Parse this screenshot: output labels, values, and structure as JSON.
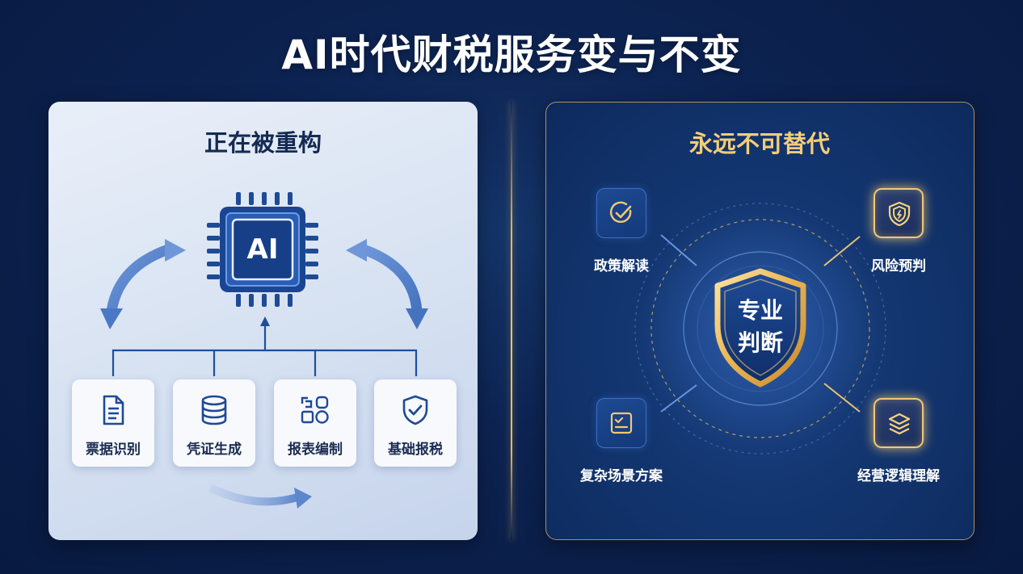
{
  "title": "AI时代财税服务变与不变",
  "left": {
    "heading": "正在被重构",
    "chip_label": "AI",
    "cards": [
      {
        "label": "票据识别",
        "icon": "document-icon"
      },
      {
        "label": "凭证生成",
        "icon": "database-icon"
      },
      {
        "label": "报表编制",
        "icon": "grid-shapes-icon"
      },
      {
        "label": "基础报税",
        "icon": "shield-check-icon"
      }
    ]
  },
  "right": {
    "heading": "永远不可替代",
    "center_line1": "专业",
    "center_line2": "判断",
    "items": [
      {
        "label": "政策解读",
        "icon": "check-circle-icon",
        "style": "blue"
      },
      {
        "label": "风险预判",
        "icon": "shield-alert-icon",
        "style": "gold"
      },
      {
        "label": "复杂场景方案",
        "icon": "checklist-icon",
        "style": "blue"
      },
      {
        "label": "经营逻辑理解",
        "icon": "layers-icon",
        "style": "gold"
      }
    ]
  },
  "colors": {
    "background": "#0c2250",
    "accent_gold": "#f2c46a",
    "accent_blue": "#1e4fa0",
    "left_panel": "#dbe5f3"
  }
}
